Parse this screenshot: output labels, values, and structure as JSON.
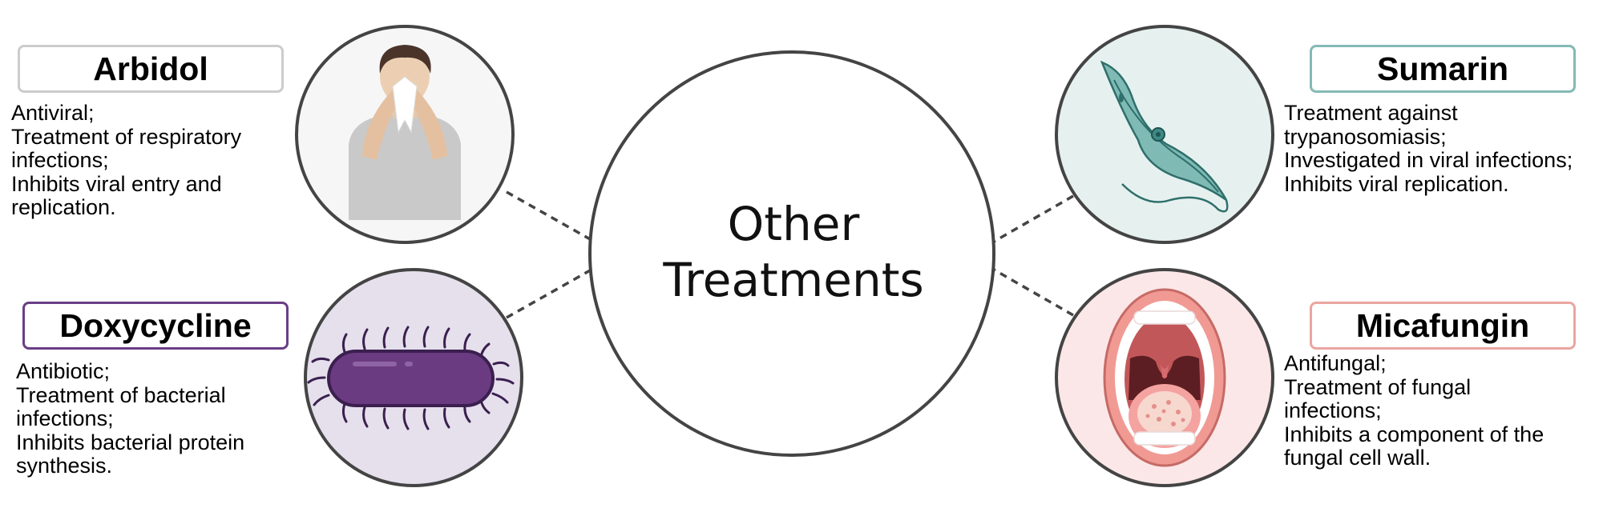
{
  "center": {
    "line1": "Other",
    "line2": "Treatments"
  },
  "treatments": [
    {
      "name": "Arbidol",
      "border_color": "#d4d4d4",
      "circle_bg": "#f6f6f6",
      "icon": "person-sneezing-icon",
      "lines": [
        "Antiviral;",
        "Treatment of respiratory",
        "infections;",
        "Inhibits viral entry and",
        "replication."
      ]
    },
    {
      "name": "Doxycycline",
      "border_color": "#6a3e86",
      "circle_bg": "#e5e0ec",
      "icon": "bacterium-icon",
      "lines": [
        "Antibiotic;",
        "Treatment of bacterial",
        "infections;",
        "Inhibits bacterial protein",
        "synthesis."
      ]
    },
    {
      "name": "Sumarin",
      "border_color": "#84b9b6",
      "circle_bg": "#e6f1ef",
      "icon": "trypanosome-icon",
      "lines": [
        "Treatment against",
        "trypanosomiasis;",
        "Investigated in viral infections;",
        "Inhibits viral replication."
      ]
    },
    {
      "name": "Micafungin",
      "border_color": "#eba5a0",
      "circle_bg": "#fbe7e7",
      "icon": "open-mouth-icon",
      "lines": [
        "Antifungal;",
        "Treatment of fungal",
        "infections;",
        "Inhibits a component of the",
        "fungal cell wall."
      ]
    }
  ]
}
